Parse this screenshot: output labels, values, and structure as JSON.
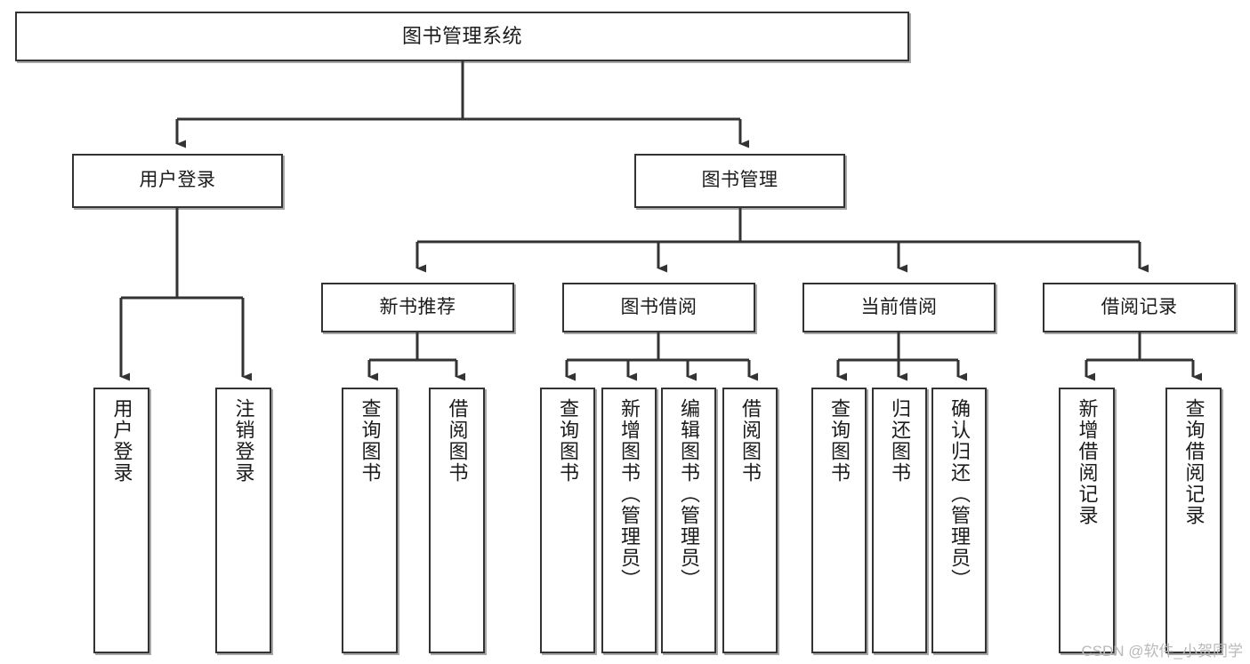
{
  "diagram": {
    "title": "图书管理系统",
    "type": "tree-hierarchy-diagram",
    "colors": {
      "box_border": "#333333",
      "box_fill": "#ffffff",
      "edge": "#333333",
      "text": "#1b1b1b",
      "watermark": "#b9b9b9",
      "background": "#ffffff"
    },
    "nodes": {
      "root": {
        "label": "图书管理系统"
      },
      "level2": [
        {
          "label": "用户登录"
        },
        {
          "label": "图书管理"
        }
      ],
      "level3": [
        {
          "label": "新书推荐"
        },
        {
          "label": "图书借阅"
        },
        {
          "label": "当前借阅"
        },
        {
          "label": "借阅记录"
        }
      ],
      "leaves": {
        "user_login": [
          {
            "label": "用户登录"
          },
          {
            "label": "注销登录"
          }
        ],
        "new_book_recommend": [
          {
            "label": "查询图书"
          },
          {
            "label": "借阅图书"
          }
        ],
        "book_borrow": [
          {
            "label": "查询图书"
          },
          {
            "label": "新增图书（管理员）"
          },
          {
            "label": "编辑图书（管理员）"
          },
          {
            "label": "借阅图书"
          }
        ],
        "current_borrow": [
          {
            "label": "查询图书"
          },
          {
            "label": "归还图书"
          },
          {
            "label": "确认归还（管理员）"
          }
        ],
        "borrow_record": [
          {
            "label": "新增借阅记录"
          },
          {
            "label": "查询借阅记录"
          }
        ]
      }
    },
    "watermark": "CSDN @软件_小贺同学"
  }
}
